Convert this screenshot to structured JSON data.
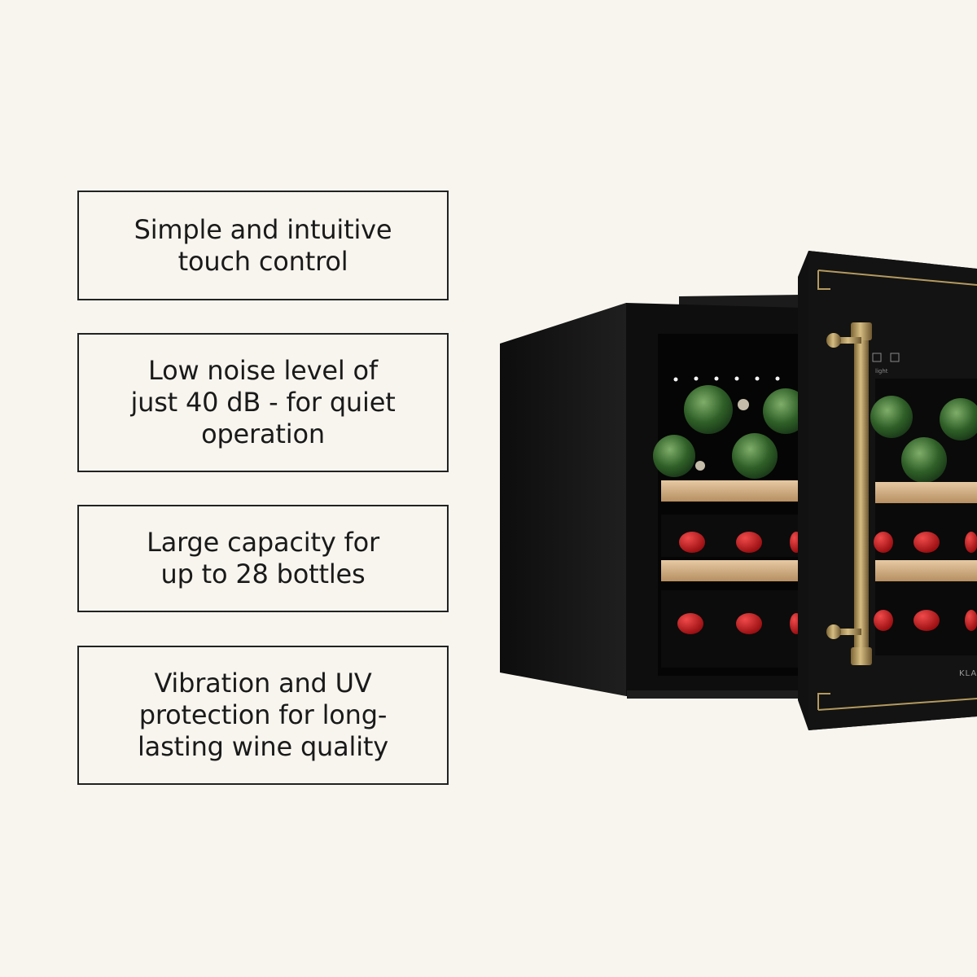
{
  "features": [
    {
      "text": "Simple and intuitive\ntouch control"
    },
    {
      "text": "Low noise level of\njust 40 dB - for quiet\noperation"
    },
    {
      "text": "Large capacity for\nup to 28 bottles"
    },
    {
      "text": "Vibration and UV\nprotection for long-\nlasting wine quality"
    }
  ],
  "product": {
    "brand_label": "KLARSTE",
    "panel_label": "light",
    "colors": {
      "cabinet": "#121212",
      "handle_brass": "#b49a5f",
      "shelf_wood": "#d8b892",
      "bottle_green": "#3d6e34",
      "cap_red": "#c8181e"
    }
  }
}
